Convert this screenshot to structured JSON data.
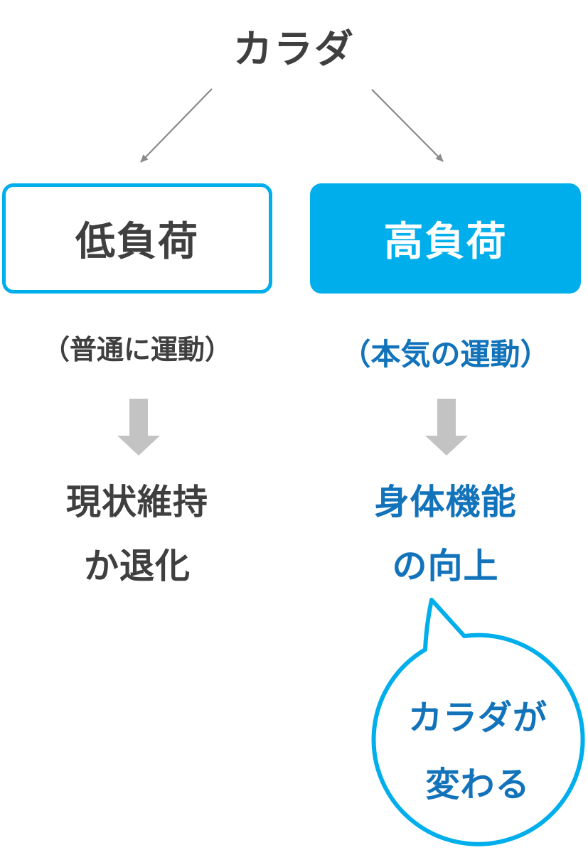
{
  "title": "カラダ",
  "branches": {
    "left": {
      "box_label": "低負荷",
      "sub_label": "（普通に運動）",
      "result_line1": "現状維持",
      "result_line2": "か退化"
    },
    "right": {
      "box_label": "高負荷",
      "sub_label": "（本気の運動）",
      "result_line1": "身体機能",
      "result_line2": "の向上"
    }
  },
  "bubble": {
    "line1": "カラダが",
    "line2": "変わる"
  },
  "icons": {
    "branch_arrow_left": "thin-diagonal-arrow-down-left",
    "branch_arrow_right": "thin-diagonal-arrow-down-right",
    "block_arrow_left": "thick-down-arrow",
    "block_arrow_right": "thick-down-arrow",
    "speech_bubble": "circle-speech-bubble-tail-up-left"
  },
  "colors": {
    "accent_blue": "#00aeec",
    "text_blue": "#1273ba",
    "dark_text": "#3f3f3f",
    "thin_arrow_gray": "#8a8a8a",
    "block_arrow_gray": "#c3c3c3",
    "background": "#ffffff"
  }
}
